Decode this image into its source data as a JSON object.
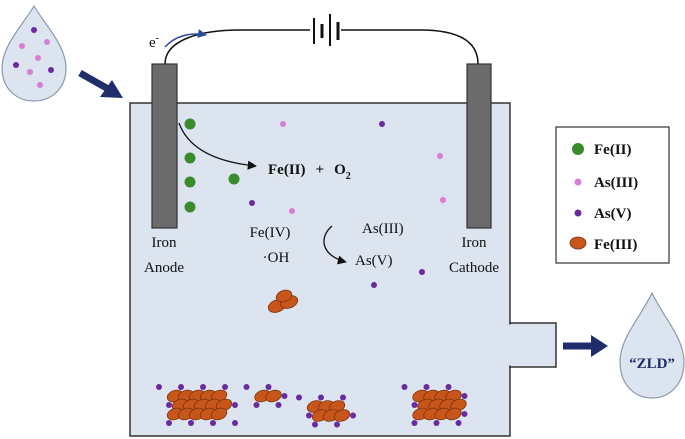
{
  "electron_label": "e",
  "electron_sup": "-",
  "anode": {
    "line1": "Iron",
    "line2": "Anode"
  },
  "cathode": {
    "line1": "Iron",
    "line2": "Cathode"
  },
  "reaction1": {
    "fe": "Fe(II)",
    "plus": "+",
    "o2": "O",
    "o2_sub": "2"
  },
  "reaction2": {
    "line1": "Fe(IV)",
    "line2": "·OH"
  },
  "reaction3": {
    "from": "As(III)",
    "to": "As(V)"
  },
  "zld_label": "“ZLD”",
  "legend": [
    {
      "label": "Fe(II)",
      "color": "#3a8a2e",
      "icon": "green-dot"
    },
    {
      "label": "As(III)",
      "color": "#d77fd0",
      "icon": "pink-dot"
    },
    {
      "label": "As(V)",
      "color": "#6a2aa0",
      "icon": "purple-dot"
    },
    {
      "label": "Fe(III)",
      "color": "#c8561a",
      "icon": "orange-blob"
    }
  ],
  "colors": {
    "tank": "#dbe4ef",
    "electrode": "#6b6b6b",
    "arrow": "#1f2d6b",
    "fe2": "#3a8a2e",
    "as3": "#d77fd0",
    "as5": "#6a2aa0",
    "fe3": "#c8561a"
  }
}
